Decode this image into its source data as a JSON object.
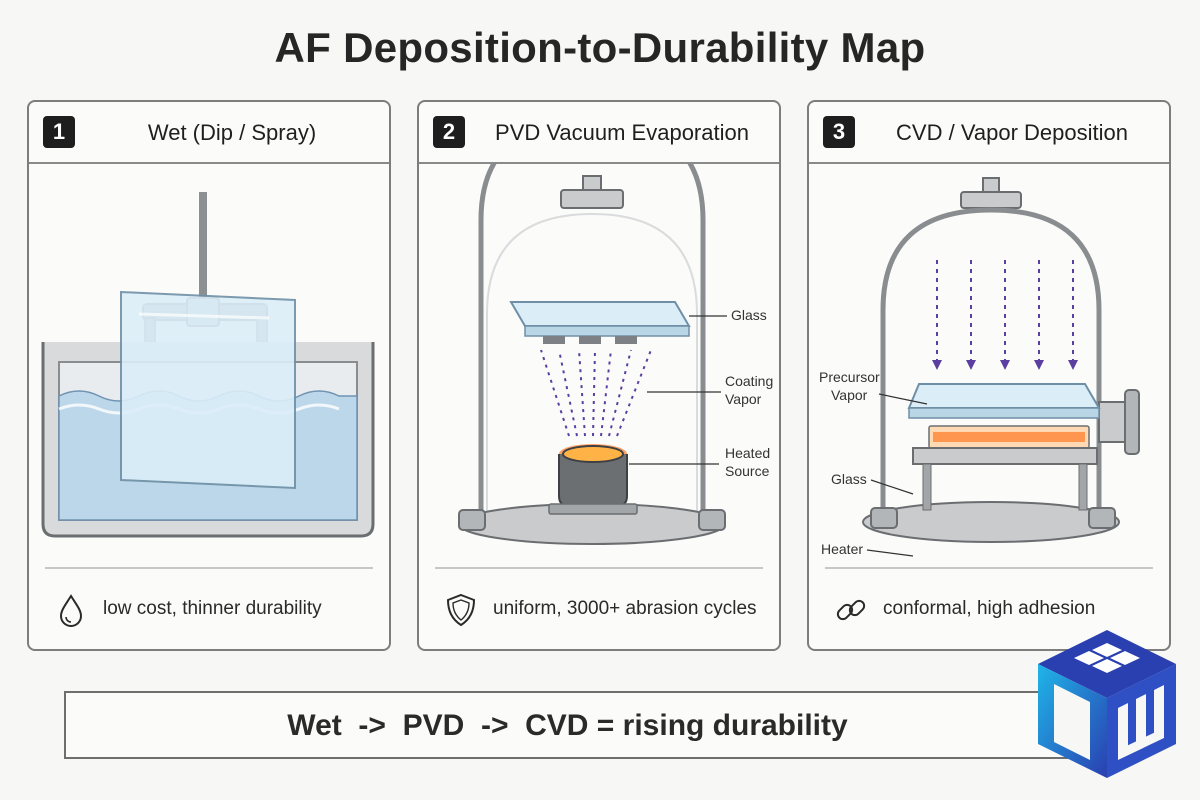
{
  "title": "AF Deposition-to-Durability Map",
  "panels": [
    {
      "number": "1",
      "title": "Wet (Dip / Spray)",
      "footer": "low cost, thinner durability",
      "footer_icon": "water-drop-icon"
    },
    {
      "number": "2",
      "title": "PVD Vacuum Evaporation",
      "labels": {
        "glass": "Glass",
        "coating_1": "Coating",
        "coating_2": "Vapor",
        "source_1": "Heated",
        "source_2": "Source"
      },
      "footer": "uniform, 3000+ abrasion cycles",
      "footer_icon": "shield-icon"
    },
    {
      "number": "3",
      "title": "CVD / Vapor Deposition",
      "labels": {
        "precursor_1": "Precursor",
        "precursor_2": "Vapor",
        "glass": "Glass",
        "heater": "Heater"
      },
      "footer": "conformal, high adhesion",
      "footer_icon": "chain-link-icon"
    }
  ],
  "summary": "Wet  ->  PVD  ->  CVD = rising durability",
  "colors": {
    "water": "#bcd7ea",
    "glass": "#dbeef8",
    "vapor_arrow": "#5b3fa0",
    "heater_glow": "#ff8a3d",
    "metal": "#c9cbcd",
    "logo_blue_dark": "#2a3fb0",
    "logo_cyan": "#1fb5e8"
  },
  "logo_icon": "cube-logo-icon"
}
